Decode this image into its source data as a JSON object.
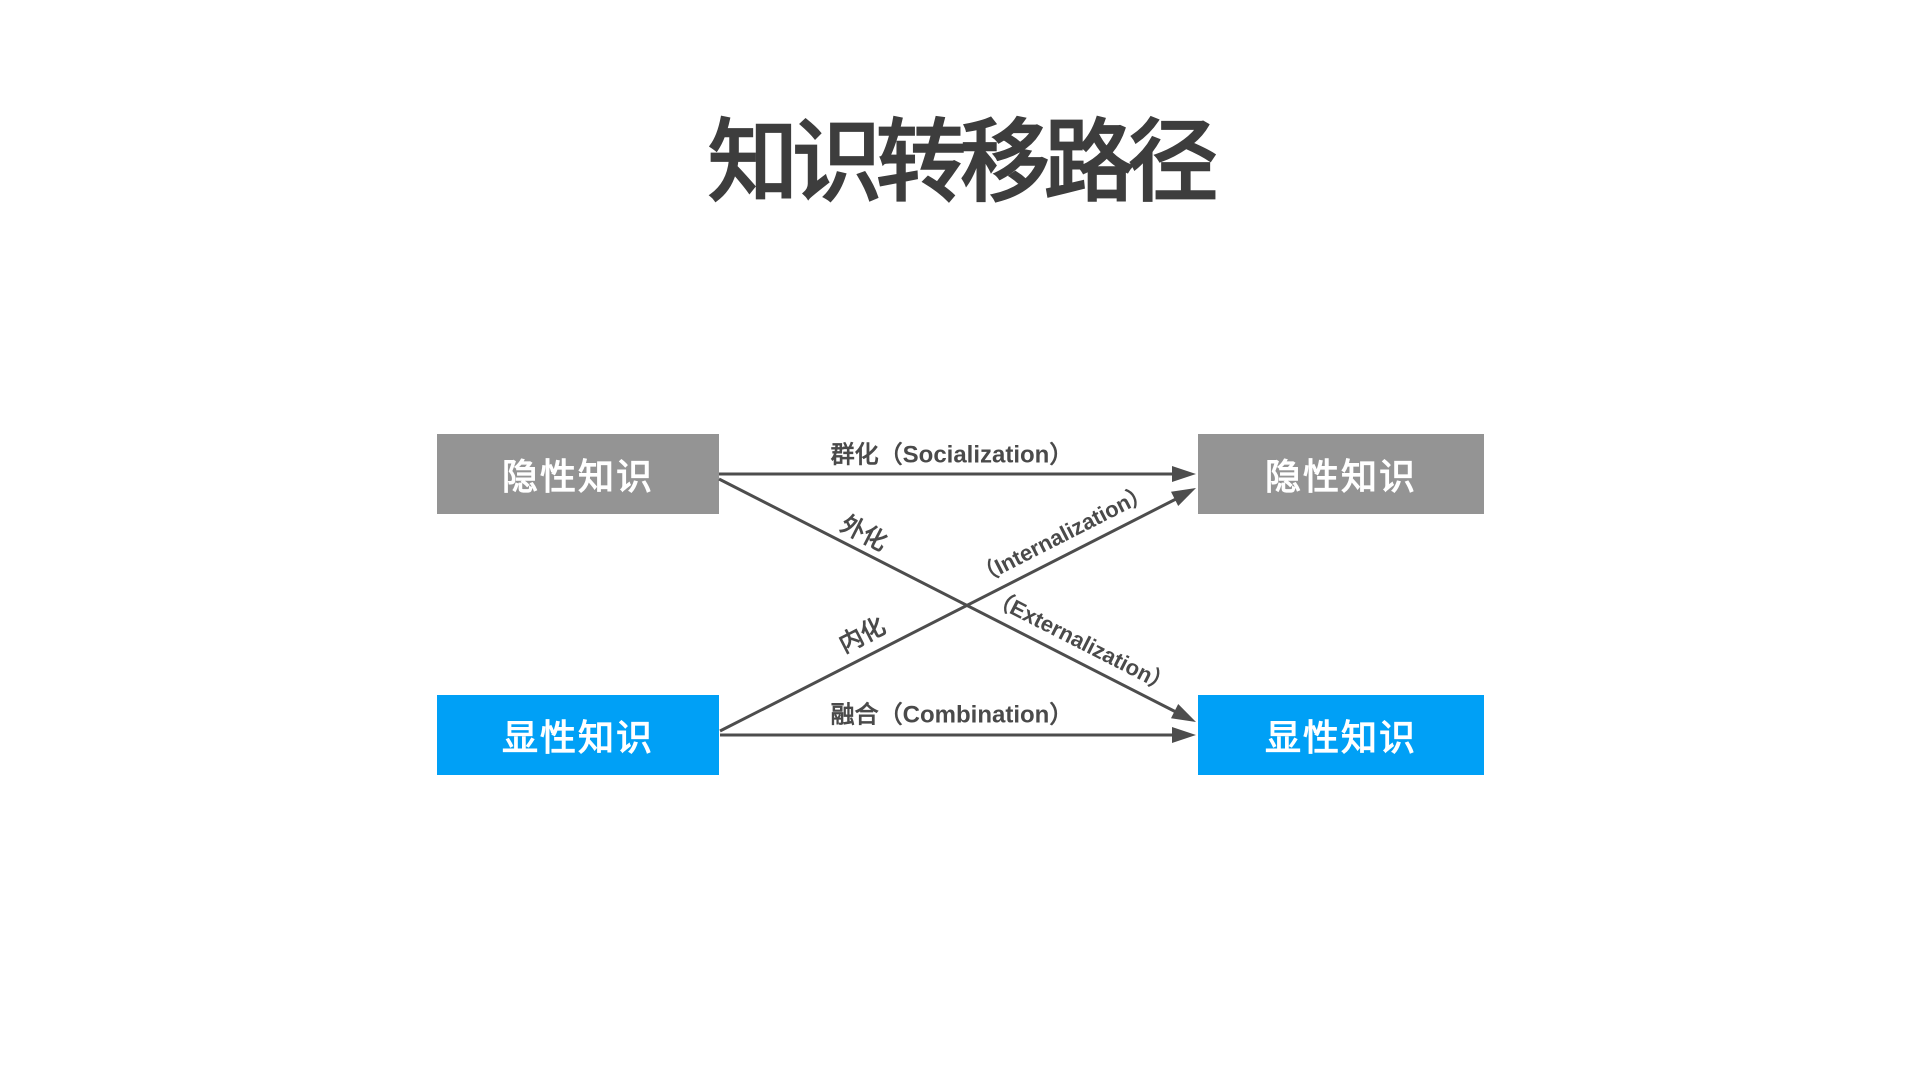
{
  "title": "知识转移路径",
  "colors": {
    "tacit_bg": "#949494",
    "explicit_bg": "#00A0F6",
    "node_text": "#ffffff",
    "arrow": "#4d4d4d",
    "label_text": "#4a4a4a",
    "title_text": "#3d3d3d",
    "background": "#ffffff"
  },
  "nodes": {
    "tacit_source": "隐性知识",
    "tacit_target": "隐性知识",
    "explicit_source": "显性知识",
    "explicit_target": "显性知识"
  },
  "edges": {
    "socialization": {
      "label": "群化（Socialization）"
    },
    "externalization": {
      "zh": "外化",
      "en": "（Externalization）"
    },
    "internalization": {
      "zh": "内化",
      "en": "（Internalization）"
    },
    "combination": {
      "label": "融合（Combination）"
    }
  }
}
